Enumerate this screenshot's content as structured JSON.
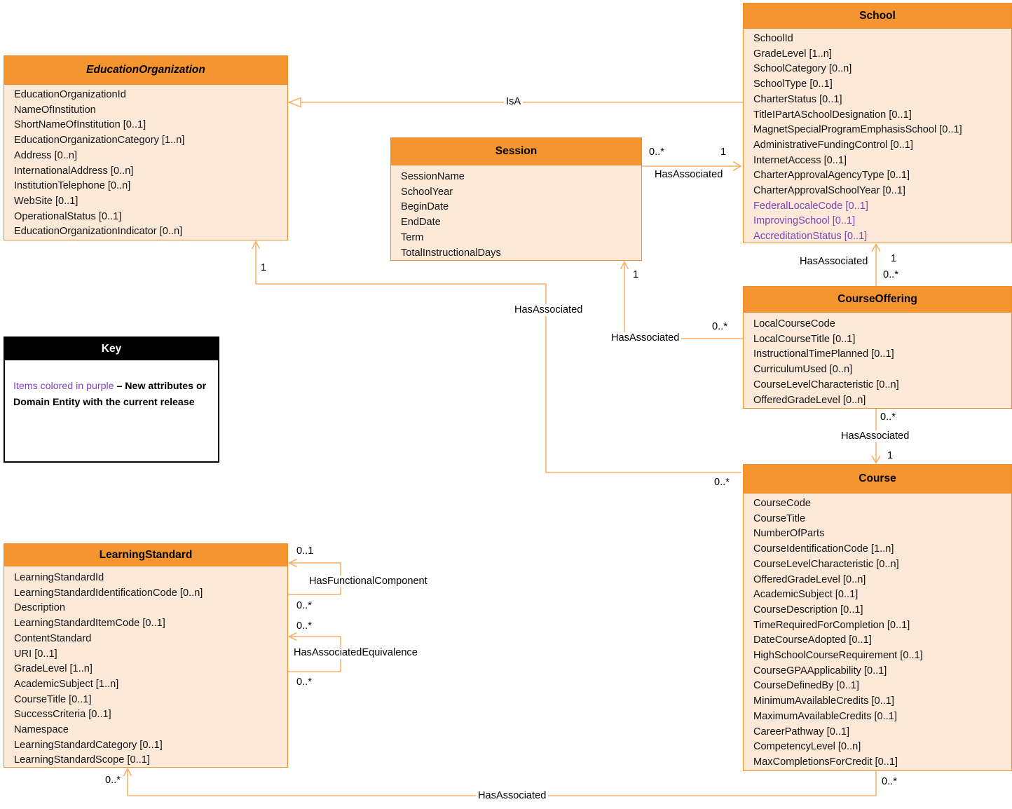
{
  "key": {
    "title": "Key",
    "purple_text": "Items colored in purple",
    "rest_text": " – New attributes or Domain Entity with the current release"
  },
  "colors": {
    "entity_header_bg": "#F4952F",
    "entity_body_bg": "#FCE9D8",
    "entity_border": "#EF8F2F",
    "relationship_line": "#F7B269",
    "new_item_purple": "#7D44BE",
    "key_header_bg": "#000000"
  },
  "entities": [
    {
      "name": "School",
      "attributes": [
        {
          "text": "SchoolId"
        },
        {
          "text": "GradeLevel [1..n]"
        },
        {
          "text": "SchoolCategory [0..n]"
        },
        {
          "text": "SchoolType [0..1]"
        },
        {
          "text": "CharterStatus [0..1]"
        },
        {
          "text": "TitleIPartASchoolDesignation [0..1]"
        },
        {
          "text": "MagnetSpecialProgramEmphasisSchool [0..1]"
        },
        {
          "text": "AdministrativeFundingControl [0..1]"
        },
        {
          "text": "InternetAccess [0..1]"
        },
        {
          "text": "CharterApprovalAgencyType [0..1]"
        },
        {
          "text": "CharterApprovalSchoolYear [0..1]"
        },
        {
          "text": "FederalLocaleCode [0..1]",
          "purple": true
        },
        {
          "text": "ImprovingSchool [0..1]",
          "purple": true
        },
        {
          "text": "AccreditationStatus [0..1]",
          "purple": true
        }
      ]
    },
    {
      "name": "EducationOrganization",
      "attributes": [
        {
          "text": "EducationOrganizationId"
        },
        {
          "text": "NameOfInstitution"
        },
        {
          "text": "ShortNameOfInstitution [0..1]"
        },
        {
          "text": "EducationOrganizationCategory [1..n]"
        },
        {
          "text": "Address [0..n]"
        },
        {
          "text": "InternationalAddress [0..n]"
        },
        {
          "text": "InstitutionTelephone [0..n]"
        },
        {
          "text": "WebSite [0..1]"
        },
        {
          "text": "OperationalStatus [0..1]"
        },
        {
          "text": "EducationOrganizationIndicator [0..n]"
        }
      ]
    },
    {
      "name": "Session",
      "attributes": [
        {
          "text": "SessionName"
        },
        {
          "text": "SchoolYear"
        },
        {
          "text": "BeginDate"
        },
        {
          "text": "EndDate"
        },
        {
          "text": "Term"
        },
        {
          "text": "TotalInstructionalDays"
        }
      ]
    },
    {
      "name": "CourseOffering",
      "attributes": [
        {
          "text": "LocalCourseCode"
        },
        {
          "text": "LocalCourseTitle [0..1]"
        },
        {
          "text": "InstructionalTimePlanned [0..1]"
        },
        {
          "text": "CurriculumUsed [0..n]"
        },
        {
          "text": "CourseLevelCharacteristic [0..n]"
        },
        {
          "text": "OfferedGradeLevel [0..n]"
        }
      ]
    },
    {
      "name": "Course",
      "attributes": [
        {
          "text": "CourseCode"
        },
        {
          "text": "CourseTitle"
        },
        {
          "text": "NumberOfParts"
        },
        {
          "text": "CourseIdentificationCode [1..n]"
        },
        {
          "text": "CourseLevelCharacteristic [0..n]"
        },
        {
          "text": "OfferedGradeLevel [0..n]"
        },
        {
          "text": "AcademicSubject [0..1]"
        },
        {
          "text": "CourseDescription [0..1]"
        },
        {
          "text": "TimeRequiredForCompletion [0..1]"
        },
        {
          "text": "DateCourseAdopted [0..1]"
        },
        {
          "text": "HighSchoolCourseRequirement [0..1]"
        },
        {
          "text": "CourseGPAApplicability [0..1]"
        },
        {
          "text": "CourseDefinedBy [0..1]"
        },
        {
          "text": "MinimumAvailableCredits [0..1]"
        },
        {
          "text": "MaximumAvailableCredits [0..1]"
        },
        {
          "text": "CareerPathway [0..1]"
        },
        {
          "text": "CompetencyLevel [0..n]"
        },
        {
          "text": "MaxCompletionsForCredit [0..1]"
        }
      ]
    },
    {
      "name": "LearningStandard",
      "attributes": [
        {
          "text": "LearningStandardId"
        },
        {
          "text": "LearningStandardIdentificationCode [0..n]"
        },
        {
          "text": "Description"
        },
        {
          "text": "LearningStandardItemCode [0..1]"
        },
        {
          "text": "ContentStandard"
        },
        {
          "text": "URI [0..1]"
        },
        {
          "text": "GradeLevel [1..n]"
        },
        {
          "text": "AcademicSubject [1..n]"
        },
        {
          "text": "CourseTitle [0..1]"
        },
        {
          "text": "SuccessCriteria [0..1]"
        },
        {
          "text": "Namespace"
        },
        {
          "text": "LearningStandardCategory [0..1]"
        },
        {
          "text": "LearningStandardScope [0..1]"
        }
      ]
    }
  ],
  "relationships": [
    {
      "name": "School-IsA-EducationOrganization",
      "label": "IsA"
    },
    {
      "name": "Session-School",
      "label": "HasAssociated",
      "from_card": "0..*",
      "to_card": "1"
    },
    {
      "name": "CourseOffering-School",
      "label": "HasAssociated",
      "from_card": "0..*",
      "to_card": "1"
    },
    {
      "name": "CourseOffering-Session",
      "label": "HasAssociated",
      "from_card": "0..*",
      "to_card": "1"
    },
    {
      "name": "CourseOffering-Course",
      "label": "HasAssociated",
      "from_card": "0..*",
      "to_card": "1"
    },
    {
      "name": "Course-EducationOrganization",
      "label": "HasAssociated",
      "from_card": "0..*",
      "to_card": "1"
    },
    {
      "name": "LearningStandard-HasFunctionalComponent",
      "label": "HasFunctionalComponent",
      "from_card": "0..*",
      "to_card": "0..1"
    },
    {
      "name": "LearningStandard-HasAssociatedEquivalence",
      "label": "HasAssociatedEquivalence",
      "from_card": "0..*",
      "to_card": "0..*"
    },
    {
      "name": "Course-LearningStandard",
      "label": "HasAssociated",
      "from_card": "0..*",
      "to_card": "0..*"
    }
  ]
}
